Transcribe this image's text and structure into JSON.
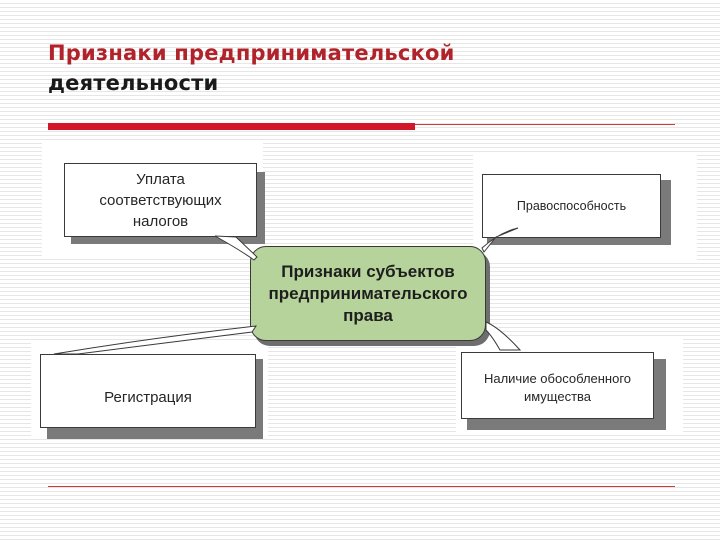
{
  "slide": {
    "title_line1": "Признаки предпринимательской",
    "title_line2": "деятельности"
  },
  "diagram": {
    "center": "Признаки субъектов\nпредпринимательского\nправа",
    "top_left": "Уплата\nсоответствующих\nналогов",
    "top_right": "Правоспособность",
    "bottom_left": "Регистрация",
    "bottom_right": "Наличие обособленного\nимущества"
  },
  "colors": {
    "title": "#b0232a",
    "accent_bar": "#d4162a",
    "center_fill": "#b5d39a"
  }
}
